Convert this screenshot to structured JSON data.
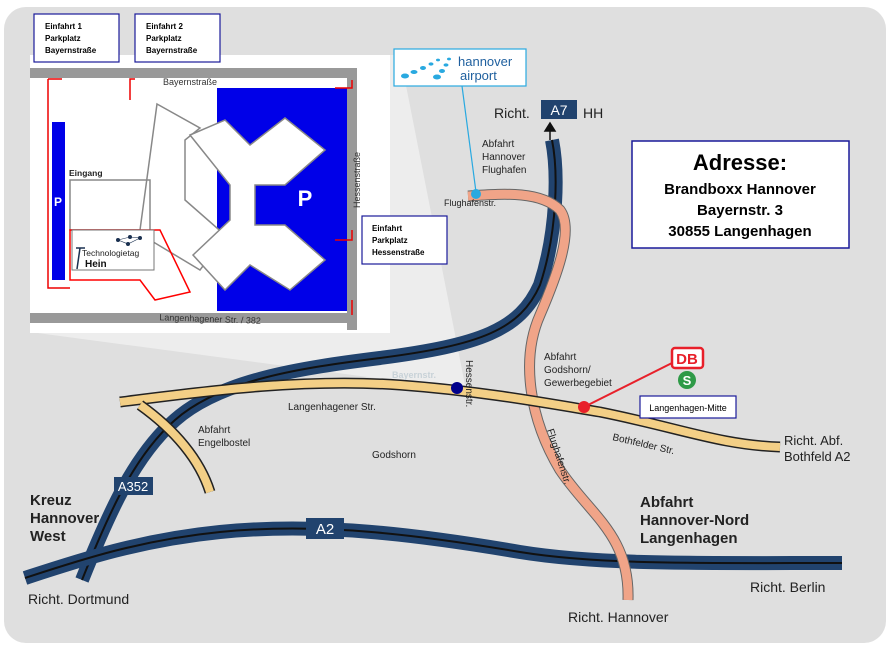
{
  "inset": {
    "entrance1": [
      "Einfahrt 1",
      "Parkplatz",
      "Bayernstraße"
    ],
    "entrance2": [
      "Einfahrt 2",
      "Parkplatz",
      "Bayernstraße"
    ],
    "entrance3": [
      "Einfahrt",
      "Parkplatz",
      "Hessenstraße"
    ],
    "street_top": "Bayernstraße",
    "street_right": "Hessenstraße",
    "street_bottom": "Langenhagener Str. / 382",
    "entrance_label": "Eingang",
    "parking": "P",
    "logo": {
      "line1": "Technologietag",
      "line2": "Hein"
    }
  },
  "airport_logo": {
    "line1": "hannover",
    "line2": "airport"
  },
  "address": {
    "title": "Adresse:",
    "lines": [
      "Brandboxx Hannover",
      "Bayernstr. 3",
      "30855 Langenhagen"
    ]
  },
  "labels": {
    "a7_prefix": "Richt.",
    "a7": "A7",
    "a7_suffix": "HH",
    "exit_airport": [
      "Abfahrt",
      "Hannover",
      "Flughafen"
    ],
    "flughafenstr_top": "Flughafenstr.",
    "flughafenstr": "Flughafenstr.",
    "exit_godshorn": [
      "Abfahrt",
      "Godshorn/",
      "Gewerbegebiet"
    ],
    "db": "DB",
    "sbahn": "S",
    "station": "Langenhagen-Mitte",
    "bayernstr": "Bayernstr.",
    "hessenstr": "Hessenstr.",
    "langenhagener": "Langenhagener Str.",
    "bothfelder": "Bothfelder Str.",
    "exit_engelbostel": [
      "Abfahrt",
      "Engelbostel"
    ],
    "godshorn": "Godshorn",
    "bothfeld": [
      "Richt. Abf.",
      "Bothfeld A2"
    ],
    "a352": "A352",
    "kreuz": [
      "Kreuz",
      "Hannover",
      "West"
    ],
    "a2": "A2",
    "exit_nord": [
      "Abfahrt",
      "Hannover-Nord",
      "Langenhagen"
    ],
    "berlin": "Richt. Berlin",
    "dortmund": "Richt. Dortmund",
    "hannover": "Richt. Hannover"
  },
  "colors": {
    "highway": "#21436e",
    "main_road": "#f3cf86",
    "airport_road": "#f0a488",
    "parking": "#0000e8",
    "rail": "#e8202a"
  }
}
